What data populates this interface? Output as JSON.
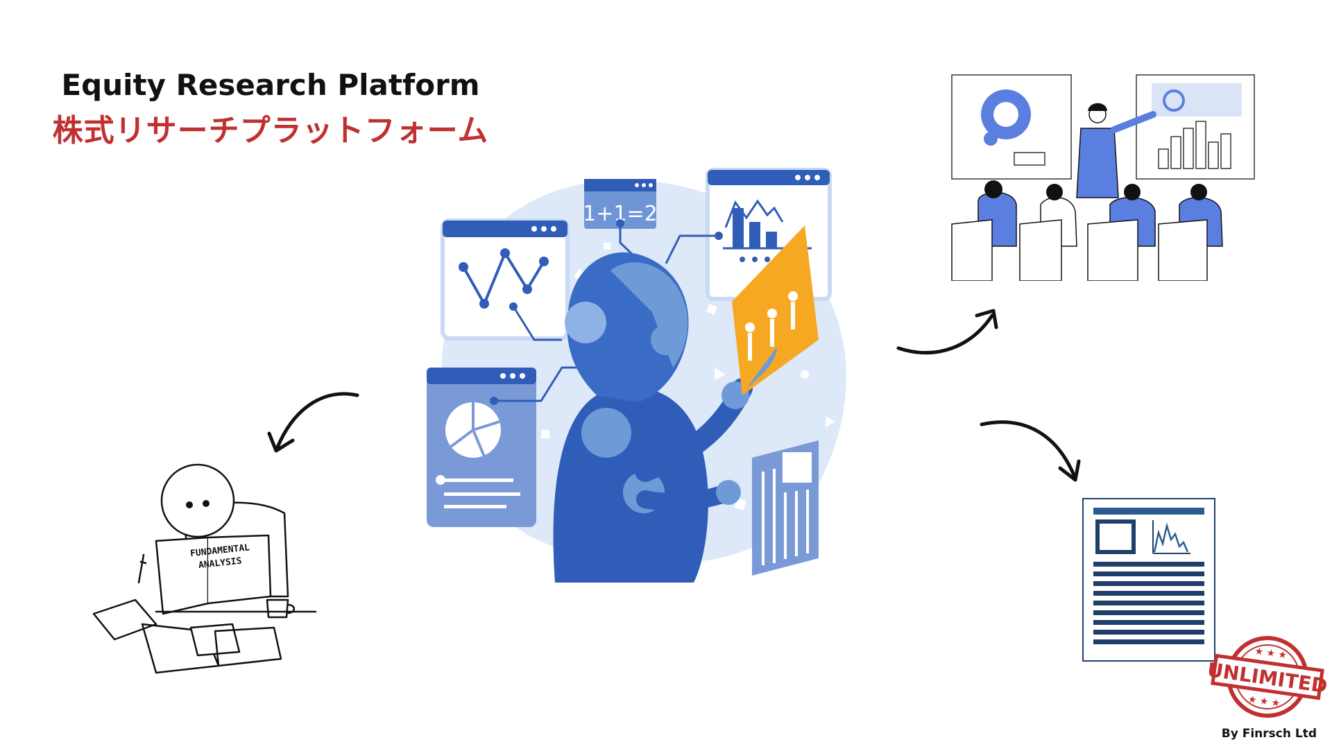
{
  "title": {
    "en": "Equity Research Platform",
    "ja": "株式リサーチプラットフォーム"
  },
  "central_illustration": {
    "formula_card": "1+1=2"
  },
  "sketch": {
    "book_title_line1": "FUNDAMENTAL",
    "book_title_line2": "ANALYSIS"
  },
  "stamp": {
    "text": "UNLIMITED"
  },
  "credit": "By Finrsch Ltd",
  "colors": {
    "title_ja": "#c0302f",
    "accent_blue": "#2f5db8",
    "light_blue": "#dbe7f7",
    "orange": "#f7a823",
    "stamp_red": "#c0302f"
  }
}
